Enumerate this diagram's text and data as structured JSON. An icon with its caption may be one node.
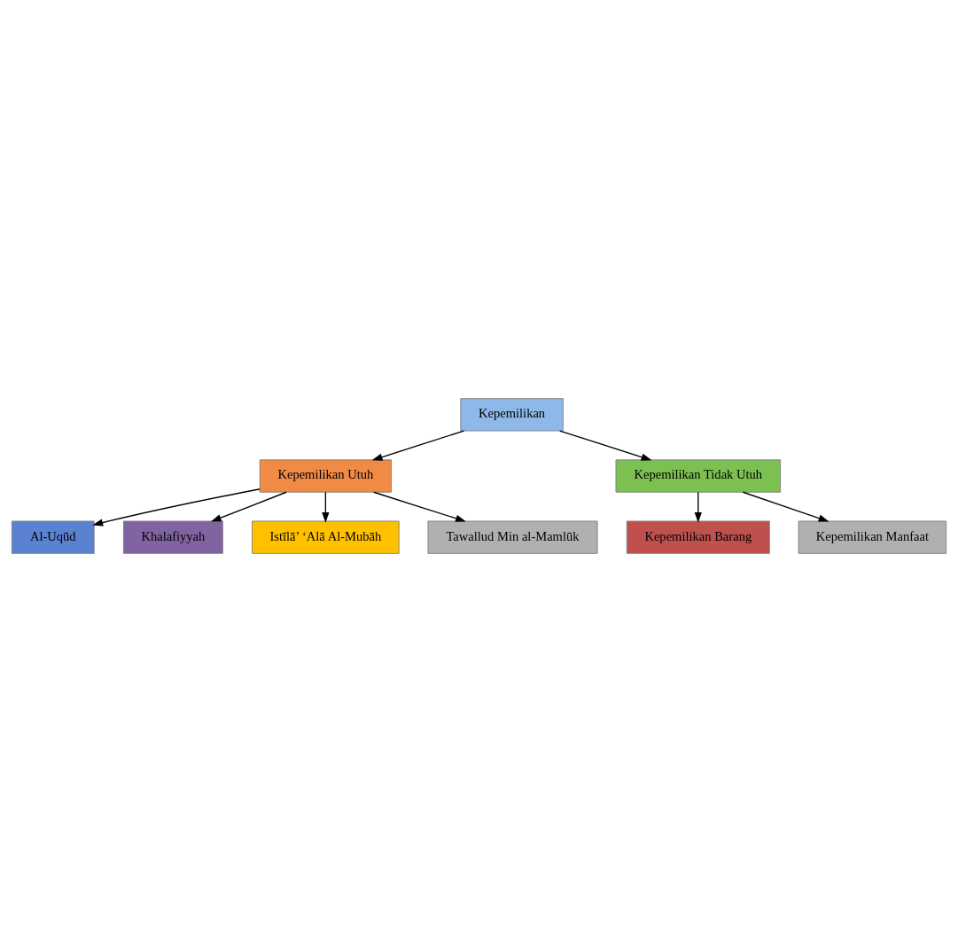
{
  "diagram": {
    "nodes": [
      {
        "text": [
          "Kepemilikan"
        ]
      },
      {
        "text": [
          "Kepemilikan Utuh"
        ]
      },
      {
        "text": [
          "Kepemilikan Tidak Utuh"
        ]
      },
      {
        "text": [
          "Al-Uqūd"
        ]
      },
      {
        "text": [
          "Kepemilikan Barang"
        ]
      },
      {
        "text": [
          "Kepemilikan Manfaat"
        ]
      },
      {
        "text": [
          "Khalafiyyah"
        ]
      },
      {
        "text": [
          "Istīlā’ ‘Alā Al-Mubāh"
        ]
      },
      {
        "text": [
          "Tawallud Min al-Mamlūk"
        ]
      }
    ],
    "edges": [
      {
        "from": 0,
        "to": 1,
        "arrow": "to"
      },
      {
        "from": 0,
        "to": 2,
        "arrow": "to"
      },
      {
        "from": 1,
        "to": 3,
        "arrow": "to"
      },
      {
        "from": 2,
        "to": 4,
        "arrow": "to"
      },
      {
        "from": 2,
        "to": 5,
        "arrow": "to"
      },
      {
        "from": 1,
        "to": 6,
        "arrow": "to"
      },
      {
        "from": 1,
        "to": 7,
        "arrow": "to"
      },
      {
        "from": 1,
        "to": 8,
        "arrow": "to"
      }
    ]
  }
}
